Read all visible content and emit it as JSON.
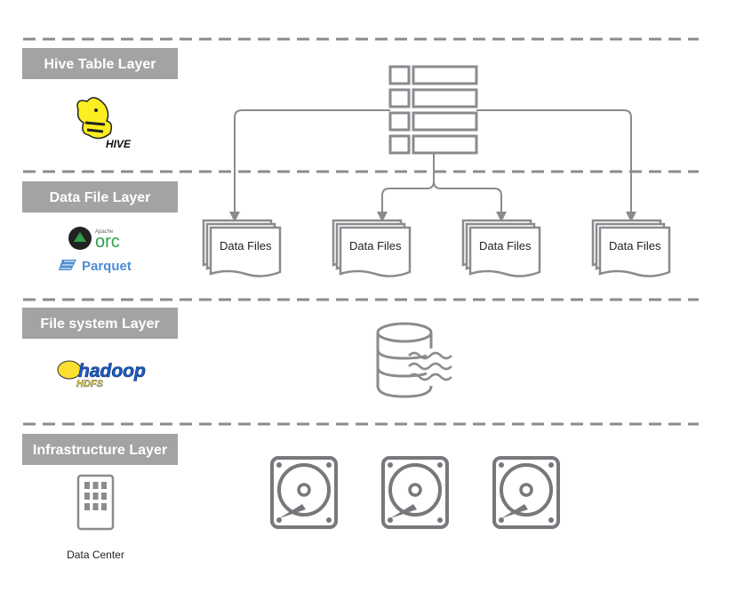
{
  "layers": [
    {
      "label": "Hive Table Layer"
    },
    {
      "label": "Data File Layer"
    },
    {
      "label": "File system Layer"
    },
    {
      "label": "Infrastructure Layer"
    }
  ],
  "data_files": [
    {
      "label": "Data Files"
    },
    {
      "label": "Data Files"
    },
    {
      "label": "Data Files"
    },
    {
      "label": "Data Files"
    }
  ],
  "logos": {
    "hive": {
      "text": "HIVE"
    },
    "orc": {
      "text": "orc",
      "small": "Apache"
    },
    "parquet": {
      "text": "Parquet"
    },
    "hadoop": {
      "text": "hadoop",
      "sub": "HDFS"
    }
  },
  "infrastructure": {
    "data_center_label": "Data Center"
  },
  "colors": {
    "label_bg": "#a3a3a3",
    "stroke": "#8a8b8f",
    "dash": "#8c8c8c",
    "hive_yellow": "#fdee21",
    "hadoop_yellow": "#fbe02f",
    "parquet_blue": "#4e8cd3",
    "orc_green": "#2f9e47"
  },
  "icons": [
    "table-grid-icon",
    "document-stack-icon",
    "database-storage-icon",
    "hard-drive-icon",
    "server-rack-icon",
    "hive-logo",
    "orc-logo",
    "parquet-logo",
    "hadoop-hdfs-logo"
  ]
}
